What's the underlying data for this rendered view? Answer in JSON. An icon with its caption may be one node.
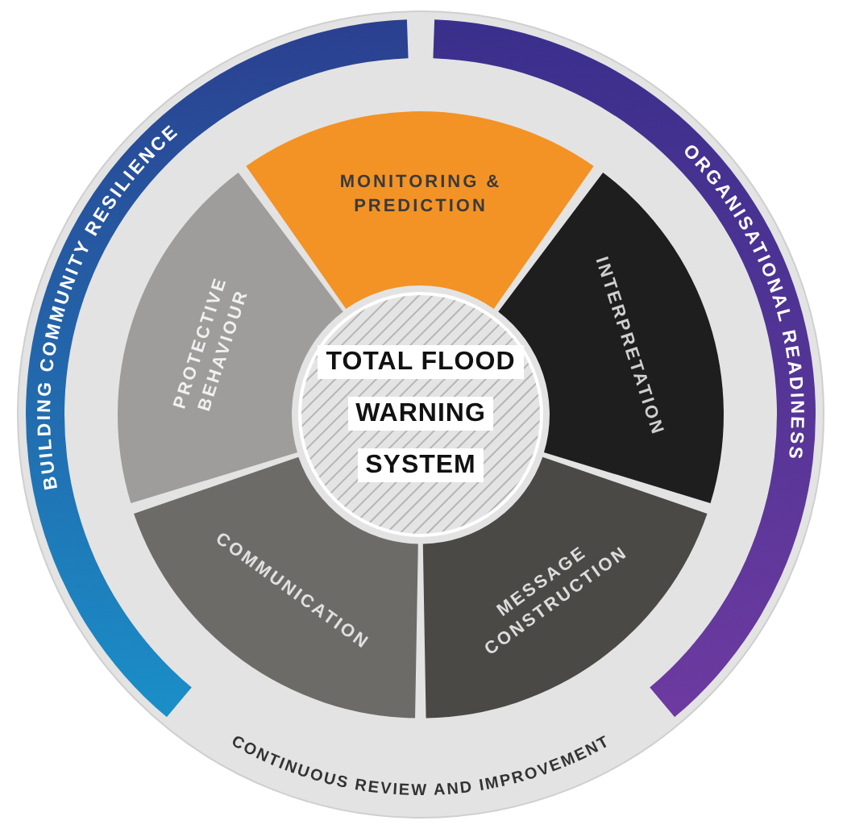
{
  "diagram": {
    "nodes": [
      {
        "text": [
          "BUILDING COMMUNITY RESILIENCE"
        ]
      },
      {
        "text": [
          "ORGANISATIONAL READINESS"
        ]
      },
      {
        "text": [
          "CONTINUOUS REVIEW AND IMPROVEMENT"
        ]
      },
      {
        "text": [
          "MONITORING & PREDICTION"
        ]
      },
      {
        "text": [
          "INTERPRETATION"
        ]
      },
      {
        "text": [
          "MESSAGE CONSTRUCTION"
        ]
      },
      {
        "text": [
          "COMMUNICATION"
        ]
      },
      {
        "text": [
          "PROTECTIVE BEHAVIOUR"
        ]
      },
      {
        "text": [
          "TOTAL FLOOD WARNING SYSTEM"
        ]
      }
    ]
  }
}
